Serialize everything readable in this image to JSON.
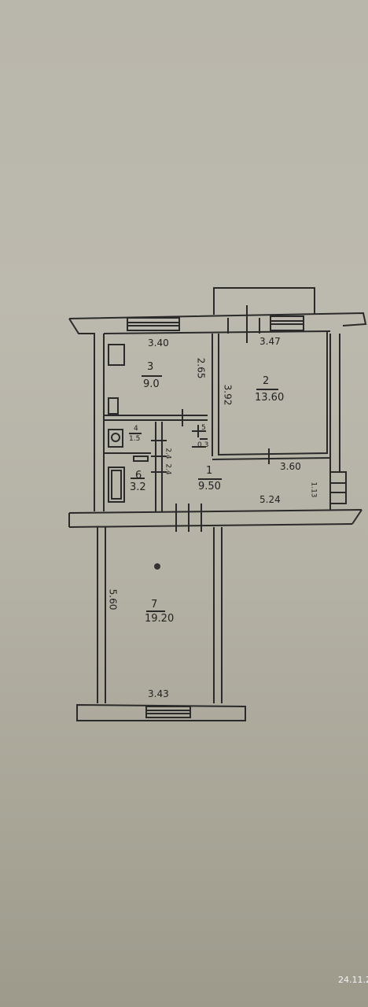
{
  "rooms": [
    {
      "number": "1",
      "area": "9.50"
    },
    {
      "number": "2",
      "area": "13.60"
    },
    {
      "number": "3",
      "area": "9.0"
    },
    {
      "number": "4",
      "area": "1.5"
    },
    {
      "number": "5",
      "area": "0.3"
    },
    {
      "number": "6",
      "area": "3.2"
    },
    {
      "number": "7",
      "area": "19.20"
    }
  ],
  "dimensions": {
    "room3_width": "3.40",
    "room3_depth": "2.65",
    "room2_width": "3.47",
    "room2_depth": "3.92",
    "room2_bottom": "3.60",
    "hall_length": "5.24",
    "side_small": "1.13",
    "bath_dim_a": "2.4",
    "bath_dim_b": "2.4",
    "room7_depth": "5.60",
    "room7_width": "3.43"
  },
  "timestamp": "24.11.2",
  "colors": {
    "ink": "#2a2a2a",
    "paper": "#bab7ad"
  }
}
